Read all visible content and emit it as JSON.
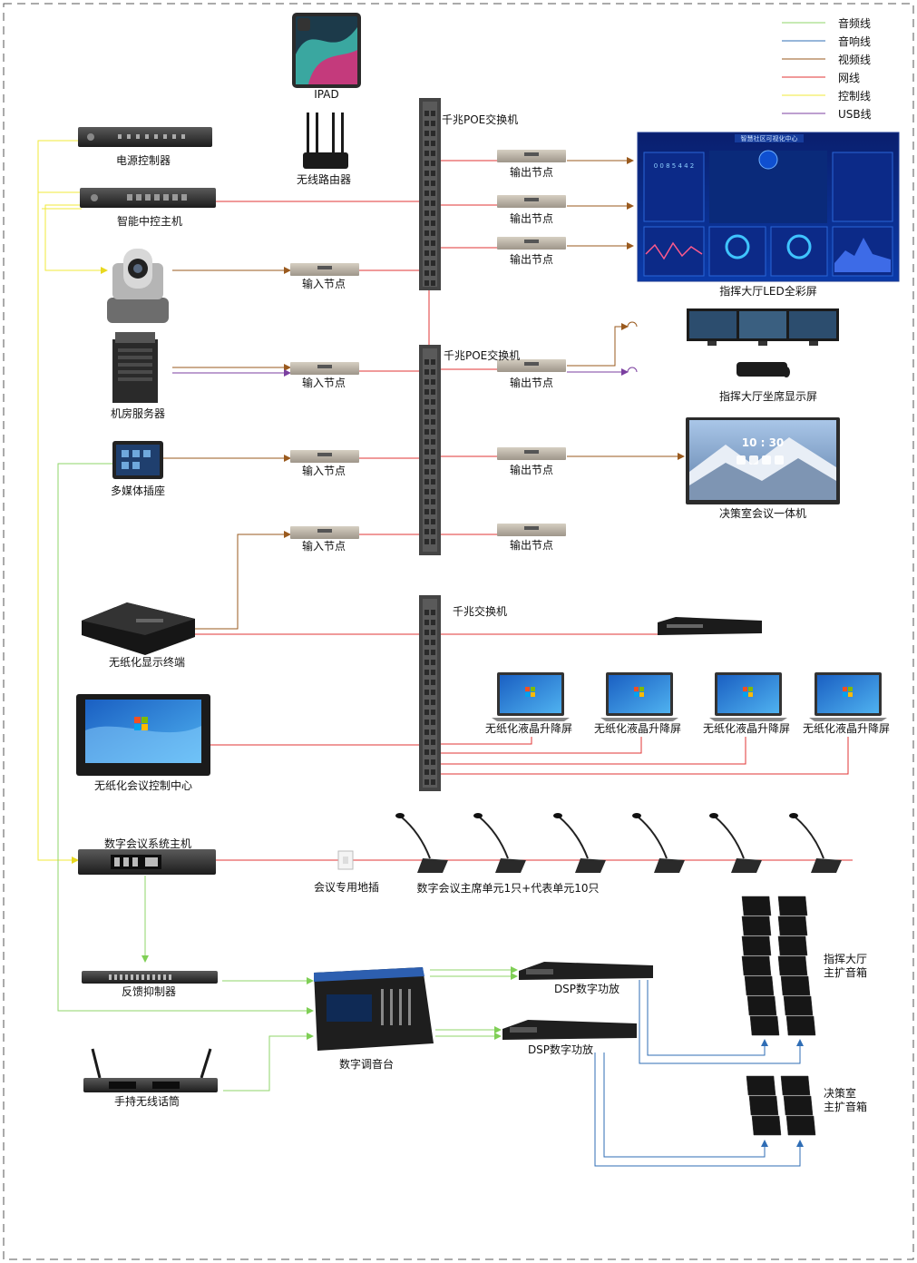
{
  "legend": [
    {
      "label": "音频线",
      "color": "#8fd66a"
    },
    {
      "label": "音响线",
      "color": "#2f6db5"
    },
    {
      "label": "视频线",
      "color": "#9a5a1e"
    },
    {
      "label": "网线",
      "color": "#e03535"
    },
    {
      "label": "控制线",
      "color": "#f2ea3a"
    },
    {
      "label": "USB线",
      "color": "#7b3fa0"
    }
  ],
  "devices": {
    "ipad": "IPAD",
    "router": "无线路由器",
    "power_controller": "电源控制器",
    "central_controller": "智能中控主机",
    "server": "机房服务器",
    "media_socket": "多媒体插座",
    "paperless_terminal": "无纸化显示终端",
    "paperless_control_center": "无纸化会议控制中心",
    "conference_host": "数字会议系统主机",
    "feedback_suppressor": "反馈抑制器",
    "handheld_mic": "手持无线话筒",
    "mixer": "数字调音台",
    "dsp_amp_1": "DSP数字功放",
    "dsp_amp_2": "DSP数字功放",
    "floor_socket": "会议专用地插",
    "mic_units": "数字会议主席单元1只+代表单元10只",
    "poe_switch_1": "千兆POE交换机",
    "poe_switch_2": "千兆POE交换机",
    "gigabit_switch": "千兆交换机",
    "led_screen": "指挥大厅LED全彩屏",
    "seat_display": "指挥大厅坐席显示屏",
    "meeting_panel": "决策室会议一体机",
    "hall_speaker": "指挥大厅\n主扩音箱",
    "decision_speaker": "决策室\n主扩音箱",
    "lcd_lift": "无纸化液晶升降屏"
  },
  "nodes": {
    "input": "输入节点",
    "output": "输出节点"
  },
  "screen": {
    "led_title": "智慧社区可视化中心",
    "led_counter": "0 0 8 5 4 4 2",
    "clock": "10 : 30"
  }
}
